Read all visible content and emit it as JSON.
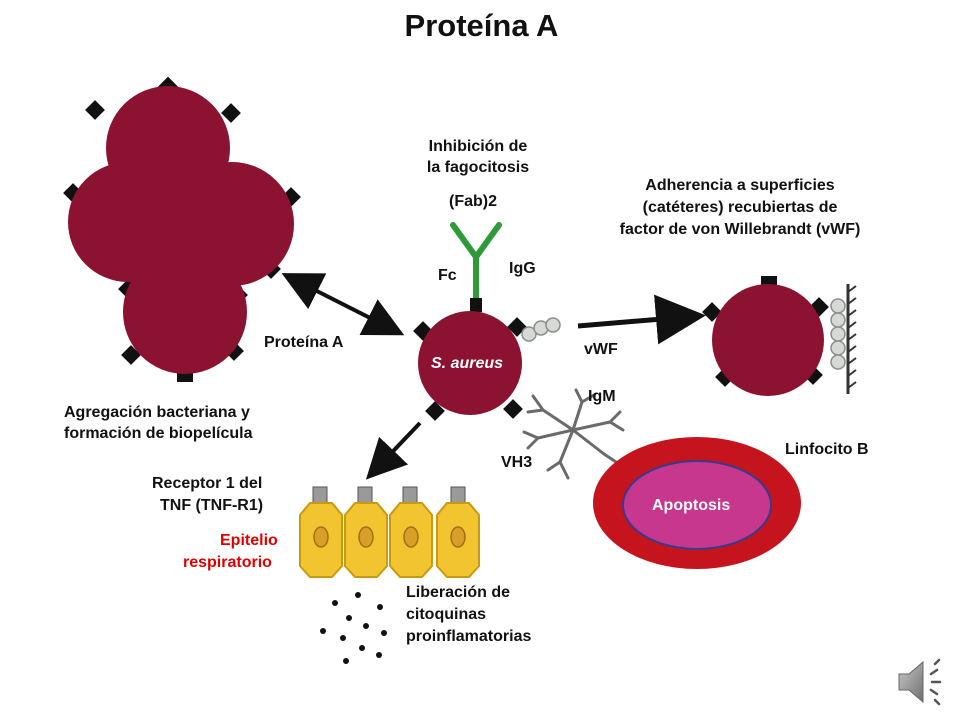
{
  "title": "Proteína A",
  "labels": {
    "inhibicion_1": "Inhibición  de",
    "inhibicion_2": "la fagocitosis",
    "fab2": "(Fab)2",
    "fc": "Fc",
    "igg": "IgG",
    "adherencia_1": "Adherencia a superficies",
    "adherencia_2": "(catéteres) recubiertas de",
    "adherencia_3": "factor de von Willebrandt  (vWF)",
    "proteina_a": "Proteína A",
    "s_aureus": "S. aureus",
    "vwf": "vWF",
    "igm": "IgM",
    "agregacion_1": "Agregación  bacteriana y",
    "agregacion_2": "formación de biopelícula",
    "vh3": "VH3",
    "linfocito_b": "Linfocito B",
    "receptor_1": "Receptor 1 del",
    "receptor_2": "TNF (TNF-R1)",
    "epitelio_1": "Epitelio",
    "epitelio_2": "respiratorio",
    "apoptosis": "Apoptosis",
    "liberacion_1": "Liberación  de",
    "liberacion_2": "citoquinas",
    "liberacion_3": "proinflamatorias"
  },
  "colors": {
    "bacterium": "#8c1232",
    "epithelium": "#f2c530",
    "antibody": "#2f9a3a",
    "lymphocyte_outer": "#c5141d",
    "lymphocyte_inner": "#c7378e",
    "red_text": "#e00000"
  },
  "icons": {
    "speaker": "speaker-icon"
  }
}
